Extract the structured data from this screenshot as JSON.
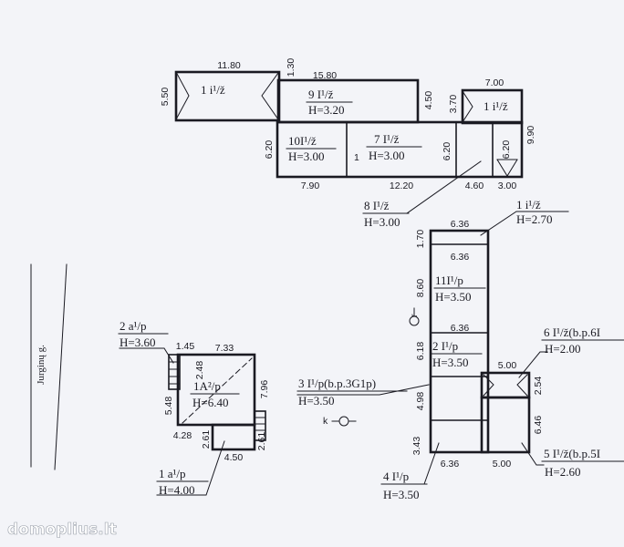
{
  "street": "Jurginų g.",
  "watermark": "domoplius.lt",
  "building_top": {
    "dimensions": {
      "d_11_80": "11.80",
      "d_5_50": "5.50",
      "d_1_30": "1.30",
      "d_15_80": "15.80",
      "d_4_50": "4.50",
      "d_3_70": "3.70",
      "d_7_00": "7.00",
      "d_9_90": "9.90",
      "d_6_20_a": "6.20",
      "d_6_20_b": "6.20",
      "d_6_20_c": "6.20",
      "d_7_90": "7.90",
      "d_12_20": "12.20",
      "d_4_60": "4.60",
      "d_3_00": "3.00"
    },
    "labels": {
      "r1i_left": "1 i¹/ž",
      "r9": "9 I¹/ž",
      "r9_h": "H=3.20",
      "r1i_right": "1 i¹/ž",
      "r10": "10I¹/ž",
      "r10_h": "H=3.00",
      "r7": "7 I¹/ž",
      "r7_h": "H=3.00",
      "r8": "8 I¹/ž",
      "r8_h": "H=3.00",
      "r7_mark": "1"
    }
  },
  "building_left": {
    "dimensions": {
      "d_1_45": "1.45",
      "d_7_33": "7.33",
      "d_2_48": "2.48",
      "d_7_96": "7.96",
      "d_5_48": "5.48",
      "d_4_28": "4.28",
      "d_2_61_a": "2.61",
      "d_2_61_b": "2.61",
      "d_4_50": "4.50"
    },
    "labels": {
      "r2a": "2 a¹/p",
      "r2a_h": "H=3.60",
      "r1A": "1A²/p",
      "r1A_h": "H=6.40",
      "r1a": "1 a¹/p",
      "r1a_h": "H=4.00"
    }
  },
  "building_right": {
    "dimensions": {
      "d_6_36_a": "6.36",
      "d_1_70": "1.70",
      "d_6_36_b": "6.36",
      "d_8_60": "8.60",
      "d_6_36_c": "6.36",
      "d_6_18": "6.18",
      "d_5_00_a": "5.00",
      "d_2_54": "2.54",
      "d_4_98": "4.98",
      "d_6_46": "6.46",
      "d_3_43": "3.43",
      "d_6_36_d": "6.36",
      "d_5_00_b": "5.00"
    },
    "labels": {
      "r1i": "1 i¹/ž",
      "r1i_h": "H=2.70",
      "r11": "11I¹/p",
      "r11_h": "H=3.50",
      "r2": "2 I¹/p",
      "r2_h": "H=3.50",
      "r6": "6 I¹/ž(b.p.6I",
      "r6_h": "H=2.00",
      "r3": "3 I¹/p(b.p.3G1p)",
      "r3_h": "H=3.50",
      "r4": "4 I¹/p",
      "r4_h": "H=3.50",
      "r5": "5 I¹/ž(b.p.5I",
      "r5_h": "H=2.60",
      "entrance_r": "r",
      "entrance_k": "k"
    }
  }
}
